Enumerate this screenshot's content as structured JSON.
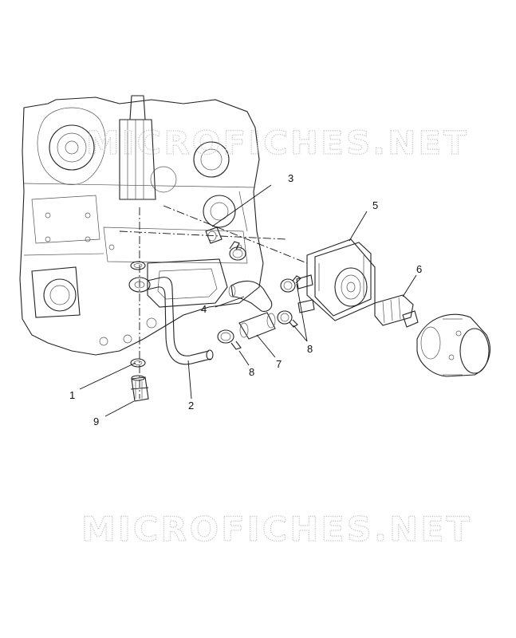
{
  "watermarks": [
    "MICROFICHES.NET",
    "MICROFICHES.NET"
  ],
  "callouts": [
    "1",
    "2",
    "3",
    "4",
    "5",
    "6",
    "7",
    "8",
    "8",
    "9"
  ],
  "colors": {
    "line": "#222222",
    "watermark": "#c9c9c9",
    "background": "#ffffff"
  }
}
